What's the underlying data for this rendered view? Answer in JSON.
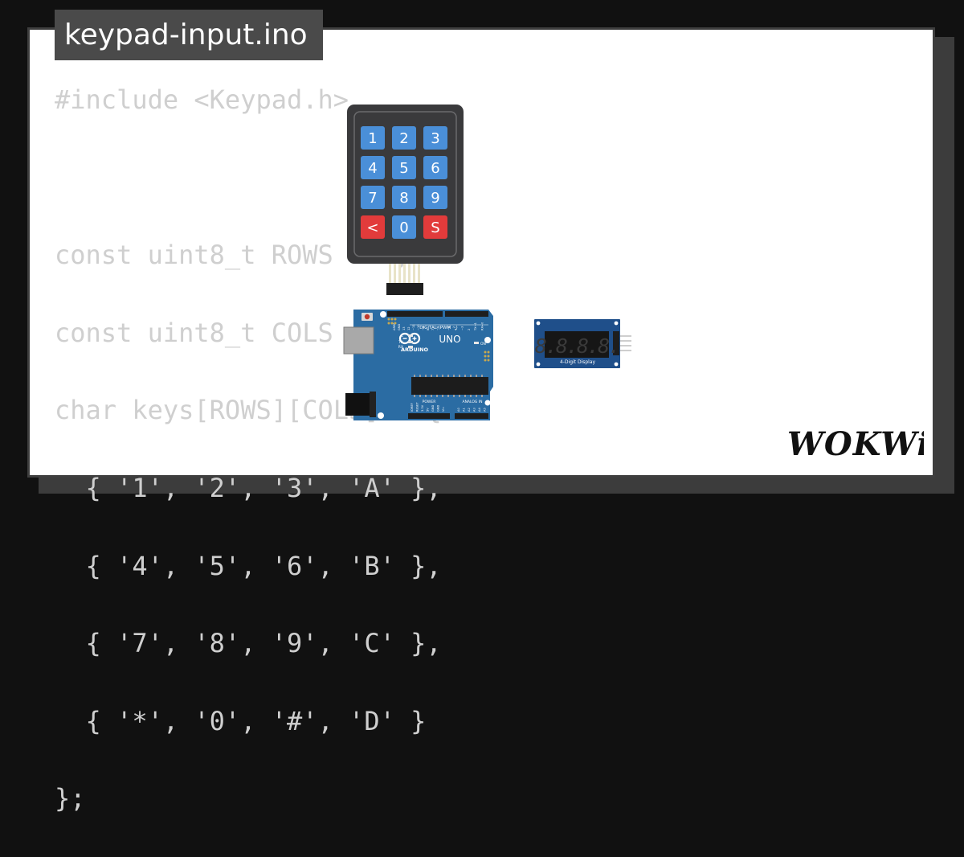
{
  "file_tab": {
    "title": "keypad-input.ino"
  },
  "code_lines": [
    "#include <Keypad.h>",
    "",
    "const uint8_t ROWS = 4;",
    "const uint8_t COLS = 4;",
    "char keys[ROWS][COLS] = {",
    "  { '1', '2', '3', 'A' },",
    "  { '4', '5', '6', 'B' },",
    "  { '7', '8', '9', 'C' },",
    "  { '*', '0', '#', 'D' }",
    "};"
  ],
  "keypad": {
    "keys": [
      {
        "label": "1",
        "kind": "num"
      },
      {
        "label": "2",
        "kind": "num"
      },
      {
        "label": "3",
        "kind": "num"
      },
      {
        "label": "4",
        "kind": "num"
      },
      {
        "label": "5",
        "kind": "num"
      },
      {
        "label": "6",
        "kind": "num"
      },
      {
        "label": "7",
        "kind": "num"
      },
      {
        "label": "8",
        "kind": "num"
      },
      {
        "label": "9",
        "kind": "num"
      },
      {
        "label": "<",
        "kind": "fn"
      },
      {
        "label": "0",
        "kind": "num"
      },
      {
        "label": "S",
        "kind": "fn"
      }
    ],
    "colors": {
      "body": "#3a3a3c",
      "num_key": "#4a8fd8",
      "fn_key": "#e23b3b"
    }
  },
  "arduino": {
    "brand": "ARDUINO",
    "model": "UNO",
    "digital_label": "DIGITAL (PWM ~)",
    "analog_label": "ANALOG IN",
    "power_label": "POWER",
    "analog_pins": [
      "A0",
      "A1",
      "A2",
      "A3",
      "A4",
      "A5"
    ],
    "power_pins": [
      "IOREF",
      "RESET",
      "3.3V",
      "5V",
      "GND",
      "GND",
      "Vin"
    ],
    "top_pins": [
      "AREF",
      "GND",
      "13",
      "12",
      "~11",
      "~10",
      "~9",
      "8",
      "7",
      "~6",
      "~5",
      "4",
      "~3",
      "2",
      "TX→1",
      "RX←0"
    ],
    "led_labels": [
      "L",
      "TX",
      "RX"
    ],
    "on_label": "ON",
    "board_color": "#2b6ca3"
  },
  "display": {
    "caption": "4-Digit Display",
    "digits": "8.8.8.8."
  },
  "brand_logo": {
    "text": "WOKWi"
  }
}
